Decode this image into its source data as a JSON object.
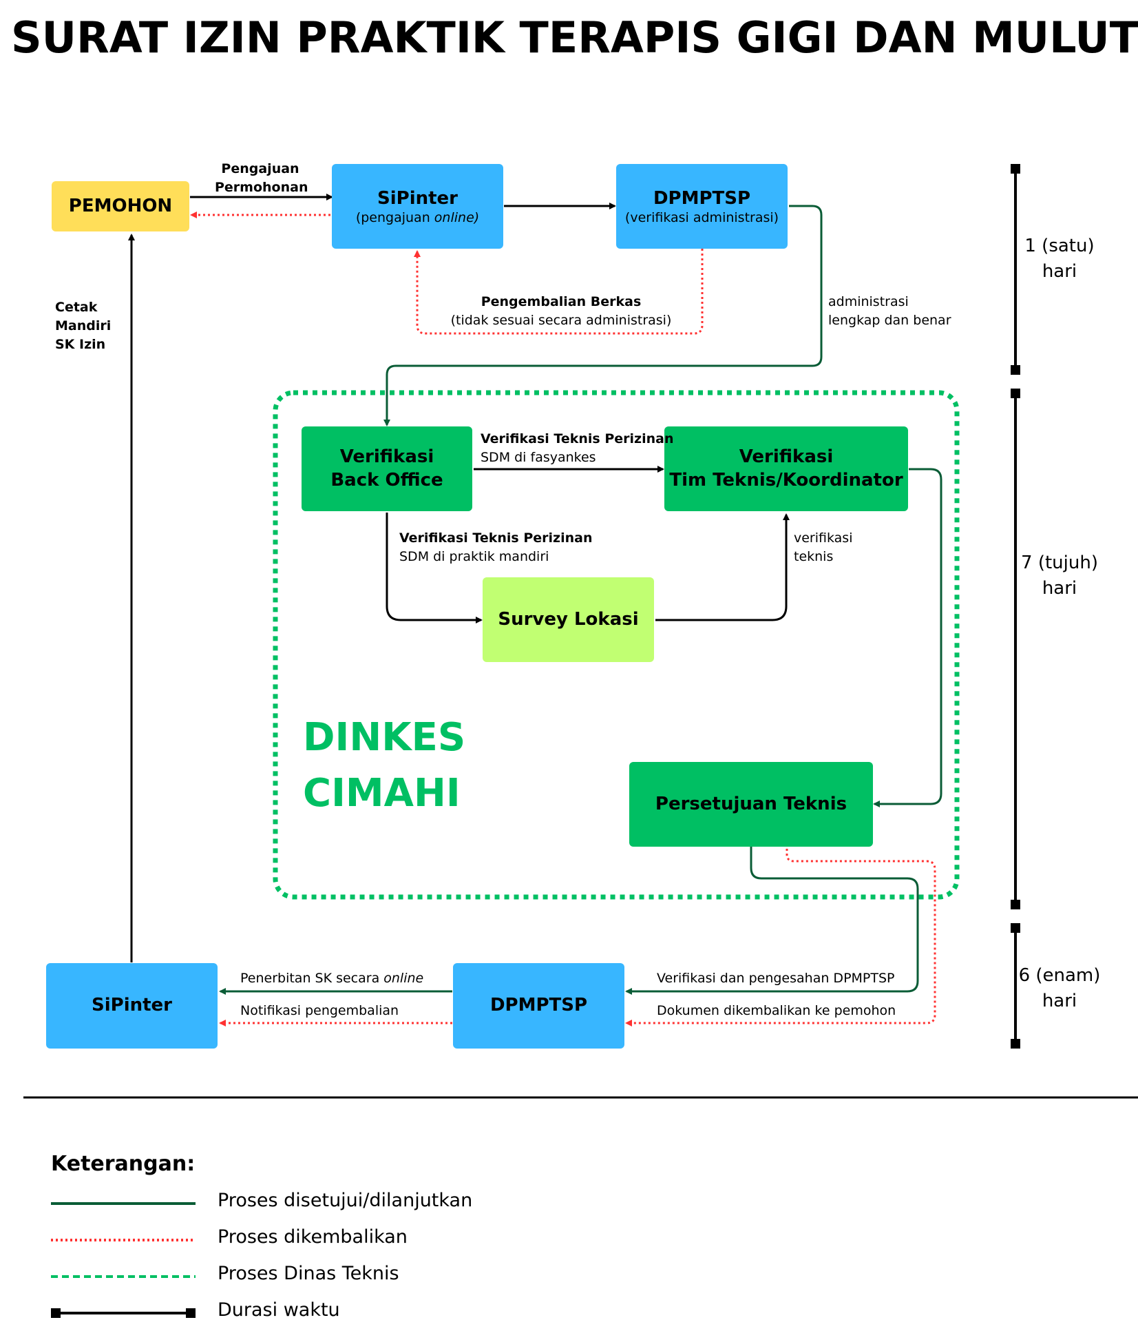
{
  "title": "SURAT IZIN PRAKTIK TERAPIS GIGI DAN MULUT",
  "nodes": {
    "pemohon": "PEMOHON",
    "sipinter_top": {
      "title": "SiPinter",
      "sub_pre": "(pengajuan ",
      "sub_em": "online)"
    },
    "dpmptsp_top": {
      "title": "DPMPTSP",
      "sub": "(verifikasi administrasi)"
    },
    "verif_bo": {
      "line1": "Verifikasi",
      "line2": "Back Office"
    },
    "verif_tim": {
      "line1": "Verifikasi",
      "line2": "Tim Teknis/Koordinator"
    },
    "survey": "Survey Lokasi",
    "persetujuan": "Persetujuan Teknis",
    "sipinter_bottom": "SiPinter",
    "dpmptsp_bottom": "DPMPTSP"
  },
  "labels": {
    "pengajuan_1": "Pengajuan",
    "pengajuan_2": "Permohonan",
    "cetak_1": "Cetak",
    "cetak_2": "Mandiri",
    "cetak_3": "SK Izin",
    "pengembalian_title": "Pengembalian Berkas",
    "pengembalian_sub": "(tidak sesuai secara administrasi)",
    "admin_1": "administrasi",
    "admin_2": "lengkap dan benar",
    "vtp_fas_1": "Verifikasi Teknis Perizinan",
    "vtp_fas_2": "SDM di fasyankes",
    "vtp_man_1": "Verifikasi Teknis Perizinan",
    "vtp_man_2": "SDM di praktik mandiri",
    "verteknis_1": "verifikasi",
    "verteknis_2": "teknis",
    "penerbitan_pre": "Penerbitan SK secara ",
    "penerbitan_em": "online",
    "notifikasi": "Notifikasi pengembalian",
    "verif_pengesahan": "Verifikasi dan pengesahan DPMPTSP",
    "dok_kembali": "Dokumen dikembalikan ke pemohon"
  },
  "region": {
    "line1": "DINKES",
    "line2": "CIMAHI"
  },
  "durations": [
    {
      "line1": "1 (satu)",
      "line2": "hari"
    },
    {
      "line1": "7 (tujuh)",
      "line2": "hari"
    },
    {
      "line1": "6 (enam)",
      "line2": "hari"
    }
  ],
  "legend": {
    "title": "Keterangan:",
    "items": [
      {
        "label": "Proses disetujui/dilanjutkan",
        "style": "solid-green"
      },
      {
        "label": "Proses dikembalikan",
        "style": "dotted-red"
      },
      {
        "label": "Proses Dinas Teknis",
        "style": "dashed-green"
      },
      {
        "label": "Durasi waktu",
        "style": "black-duration"
      }
    ]
  },
  "colors": {
    "blue": "#38b6ff",
    "yellow": "#ffde59",
    "green": "#00bf63",
    "lime": "#c1ff72",
    "dark_green": "#0a5c36",
    "red": "#ff3131"
  }
}
